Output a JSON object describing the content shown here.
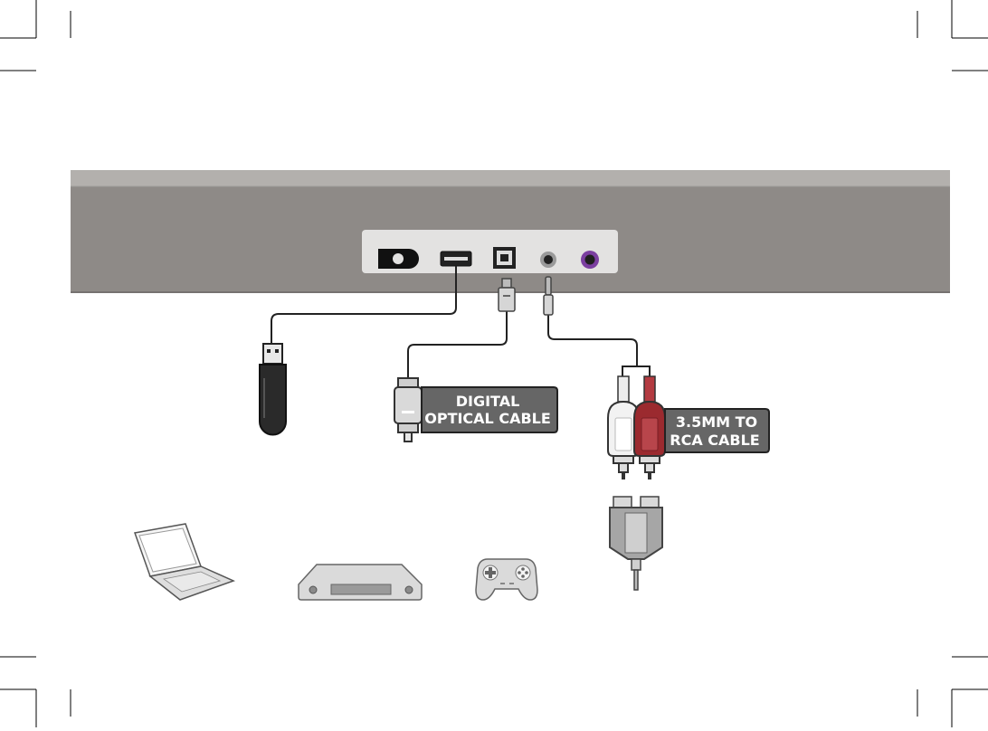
{
  "labels": {
    "optical_line1": "DIGITAL",
    "optical_line2": "OPTICAL CABLE",
    "rca_line1": "3.5MM TO",
    "rca_line2": "RCA CABLE"
  },
  "colors": {
    "soundbar_body": "#8e8a87",
    "soundbar_top": "#b3b0ad",
    "port_panel": "#e3e2e1",
    "cable": "#222222",
    "label_box": "#666666",
    "label_text": "#ffffff",
    "device_fill": "#dadada",
    "device_stroke": "#6d6d6d",
    "rca_red": "#9b2a2f",
    "rca_white": "#f2f2f2",
    "aux_port_ring": "#7b3fa0"
  },
  "icons": [
    "power-port-icon",
    "usb-port-icon",
    "optical-port-icon",
    "aux-port-icon",
    "dc-port-icon",
    "usb-drive-icon",
    "optical-plug-icon",
    "rca-plugs-icon",
    "rca-to-35mm-adapter-icon",
    "laptop-icon",
    "media-player-icon",
    "gamepad-icon"
  ]
}
